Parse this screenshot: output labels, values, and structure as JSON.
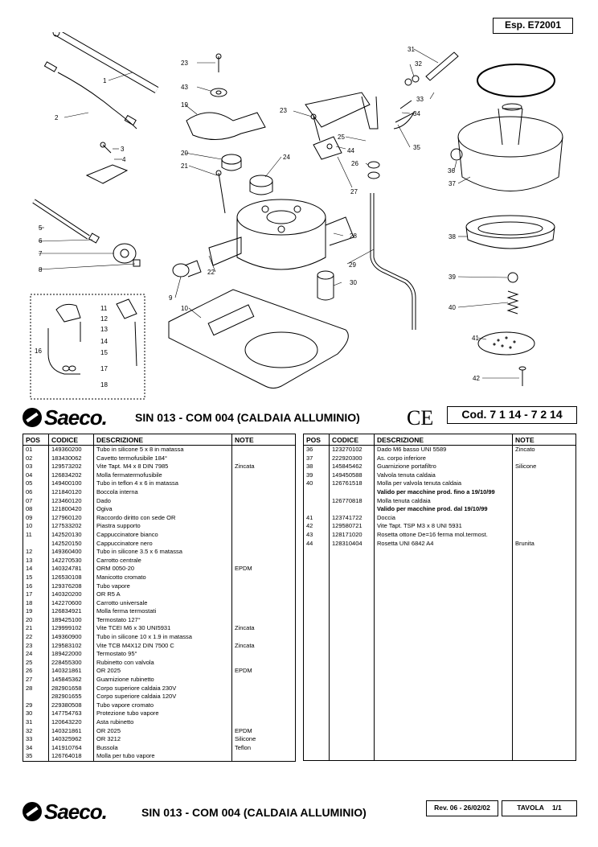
{
  "esp_code": "Esp. E72001",
  "brand": "Saeco.",
  "title": "SIN 013 - COM 004 (CALDAIA ALLUMINIO)",
  "ce_mark": "CE",
  "cod": "Cod. 7 1 14 - 7 2 14",
  "drawing_labels": [
    "1",
    "2",
    "3",
    "4",
    "5",
    "6",
    "7",
    "8",
    "9",
    "10",
    "11",
    "12",
    "13",
    "14",
    "15",
    "16",
    "17",
    "18",
    "19",
    "20",
    "21",
    "22",
    "23",
    "24",
    "25",
    "26",
    "27",
    "28",
    "29",
    "30",
    "31",
    "32",
    "33",
    "34",
    "35",
    "36",
    "37",
    "38",
    "39",
    "40",
    "41",
    "42",
    "43",
    "44"
  ],
  "table_headers": {
    "pos": "POS",
    "codice": "CODICE",
    "descrizione": "DESCRIZIONE",
    "note": "NOTE"
  },
  "left_rows": [
    {
      "pos": "01",
      "codice": "149360200",
      "desc": "Tubo in silicone 5 x 8 in matassa",
      "note": ""
    },
    {
      "pos": "02",
      "codice": "183430062",
      "desc": "Cavetto termofusibile 184°",
      "note": ""
    },
    {
      "pos": "03",
      "codice": "129573202",
      "desc": "Vite Tapt. M4 x 8 DIN 7985",
      "note": "Zincata"
    },
    {
      "pos": "04",
      "codice": "126834202",
      "desc": "Molla fermatermofusibile",
      "note": ""
    },
    {
      "pos": "05",
      "codice": "149400100",
      "desc": "Tubo in teflon 4 x 6 in matassa",
      "note": ""
    },
    {
      "pos": "06",
      "codice": "121840120",
      "desc": "Boccola interna",
      "note": ""
    },
    {
      "pos": "07",
      "codice": "123460120",
      "desc": "Dado",
      "note": ""
    },
    {
      "pos": "08",
      "codice": "121800420",
      "desc": "Ogiva",
      "note": ""
    },
    {
      "pos": "09",
      "codice": "127960120",
      "desc": "Raccordo diritto con sede OR",
      "note": ""
    },
    {
      "pos": "10",
      "codice": "127533202",
      "desc": "Piastra supporto",
      "note": ""
    },
    {
      "pos": "11",
      "codice": "142520130",
      "desc": "Cappuccinatore bianco",
      "note": ""
    },
    {
      "pos": "",
      "codice": "142520150",
      "desc": "Cappuccinatore nero",
      "note": ""
    },
    {
      "pos": "12",
      "codice": "149360400",
      "desc": "Tubo in silicone 3.5 x 6 matassa",
      "note": ""
    },
    {
      "pos": "13",
      "codice": "142270530",
      "desc": "Carrotto centrale",
      "note": ""
    },
    {
      "pos": "14",
      "codice": "140324781",
      "desc": "ORM 0050-20",
      "note": "EPDM"
    },
    {
      "pos": "15",
      "codice": "126530108",
      "desc": "Manicotto cromato",
      "note": ""
    },
    {
      "pos": "16",
      "codice": "129376208",
      "desc": "Tubo vapore",
      "note": ""
    },
    {
      "pos": "17",
      "codice": "140320200",
      "desc": "OR R5 A",
      "note": ""
    },
    {
      "pos": "18",
      "codice": "142270600",
      "desc": "Carrotto universale",
      "note": ""
    },
    {
      "pos": "19",
      "codice": "126834921",
      "desc": "Molla ferma termostati",
      "note": ""
    },
    {
      "pos": "20",
      "codice": "189425100",
      "desc": "Termostato 127°",
      "note": ""
    },
    {
      "pos": "21",
      "codice": "129999102",
      "desc": "Vite TCEI M6 x 30 UNI5931",
      "note": "Zincata"
    },
    {
      "pos": "22",
      "codice": "149360900",
      "desc": "Tubo in silicone 10 x 1.9 in matassa",
      "note": ""
    },
    {
      "pos": "23",
      "codice": "129583102",
      "desc": "Vite TCB M4X12 DIN 7500 C",
      "note": "Zincata"
    },
    {
      "pos": "24",
      "codice": "189422000",
      "desc": "Termostato 95°",
      "note": ""
    },
    {
      "pos": "25",
      "codice": "228455300",
      "desc": "Rubinetto con valvola",
      "note": ""
    },
    {
      "pos": "26",
      "codice": "140321861",
      "desc": "OR 2025",
      "note": "EPDM"
    },
    {
      "pos": "27",
      "codice": "145845362",
      "desc": "Guarnizione rubinetto",
      "note": ""
    },
    {
      "pos": "28",
      "codice": "282901658",
      "desc": "Corpo superiore caldaia 230V",
      "note": ""
    },
    {
      "pos": "",
      "codice": "282901655",
      "desc": "Corpo superiore caldaia 120V",
      "note": ""
    },
    {
      "pos": "29",
      "codice": "229380508",
      "desc": "Tubo vapore cromato",
      "note": ""
    },
    {
      "pos": "30",
      "codice": "147754763",
      "desc": "Protezione tubo vapore",
      "note": ""
    },
    {
      "pos": "31",
      "codice": "120643220",
      "desc": "Asta rubinetto",
      "note": ""
    },
    {
      "pos": "32",
      "codice": "140321861",
      "desc": "OR 2025",
      "note": "EPDM"
    },
    {
      "pos": "33",
      "codice": "140325962",
      "desc": "OR 3212",
      "note": "Silicone"
    },
    {
      "pos": "34",
      "codice": "141910764",
      "desc": "Bussola",
      "note": "Teflon"
    },
    {
      "pos": "35",
      "codice": "126764018",
      "desc": "Molla per tubo vapore",
      "note": ""
    }
  ],
  "right_rows": [
    {
      "pos": "36",
      "codice": "123270102",
      "desc": "Dado M6 basso UNI 5589",
      "note": "Zincato",
      "bold": false
    },
    {
      "pos": "37",
      "codice": "222920300",
      "desc": "As. corpo inferiore",
      "note": "",
      "bold": false
    },
    {
      "pos": "38",
      "codice": "145845462",
      "desc": "Guarnizione portafiltro",
      "note": "Silicone",
      "bold": false
    },
    {
      "pos": "39",
      "codice": "149450588",
      "desc": "Valvola tenuta caldaia",
      "note": "",
      "bold": false
    },
    {
      "pos": "40",
      "codice": "126761518",
      "desc": "Molla per valvola tenuta caldaia",
      "note": "",
      "bold": false
    },
    {
      "pos": "",
      "codice": "",
      "desc": "Valido per macchine prod. fino a 19/10/99",
      "note": "",
      "bold": true
    },
    {
      "pos": "",
      "codice": "126770818",
      "desc": "Molla tenuta caldaia",
      "note": "",
      "bold": false
    },
    {
      "pos": "",
      "codice": "",
      "desc": "Valido per macchine prod. dal 19/10/99",
      "note": "",
      "bold": true
    },
    {
      "pos": "41",
      "codice": "123741722",
      "desc": "Doccia",
      "note": "",
      "bold": false
    },
    {
      "pos": "42",
      "codice": "129580721",
      "desc": "Vite Tapt. TSP M3 x 8 UNI 5931",
      "note": "",
      "bold": false
    },
    {
      "pos": "43",
      "codice": "128171020",
      "desc": "Rosetta ottone De=16 ferma mol.termost.",
      "note": "",
      "bold": false
    },
    {
      "pos": "44",
      "codice": "128310404",
      "desc": "Rosetta UNI 6842 A4",
      "note": "Brunita",
      "bold": false
    }
  ],
  "footer": {
    "title": "SIN 013 - COM 004 (CALDAIA ALLUMINIO)",
    "rev": "Rev. 06 - 26/02/02",
    "tavola": "TAVOLA 1/1"
  }
}
